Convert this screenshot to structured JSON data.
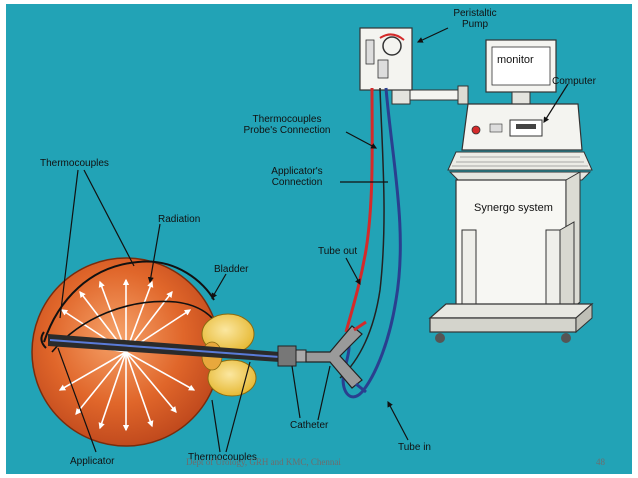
{
  "labels": {
    "peristaltic_pump": "Peristaltic\nPump",
    "monitor": "monitor",
    "computer": "Computer",
    "thermocouples_probe_connection": "Thermocouples\nProbe's Connection",
    "applicators_connection": "Applicator's\nConnection",
    "synergo_system": "Synergo system",
    "thermocouples_top": "Thermocouples",
    "radiation": "Radiation",
    "bladder": "Bladder",
    "tube_out": "Tube out",
    "catheter": "Catheter",
    "tube_in": "Tube in",
    "applicator": "Applicator",
    "thermocouples_bottom": "Thermocouples"
  },
  "footer": {
    "text": "Dept of Urology, GRH and KMC, Chennai",
    "page_number": "48"
  },
  "colors": {
    "panel_background": "#22a3b6",
    "bladder_fill": "#d9541e",
    "prostate_fill": "#f1c232",
    "red_tube": "#d42a2a",
    "blue_tube": "#2a3f8f",
    "equipment": "#f4f4f0"
  }
}
